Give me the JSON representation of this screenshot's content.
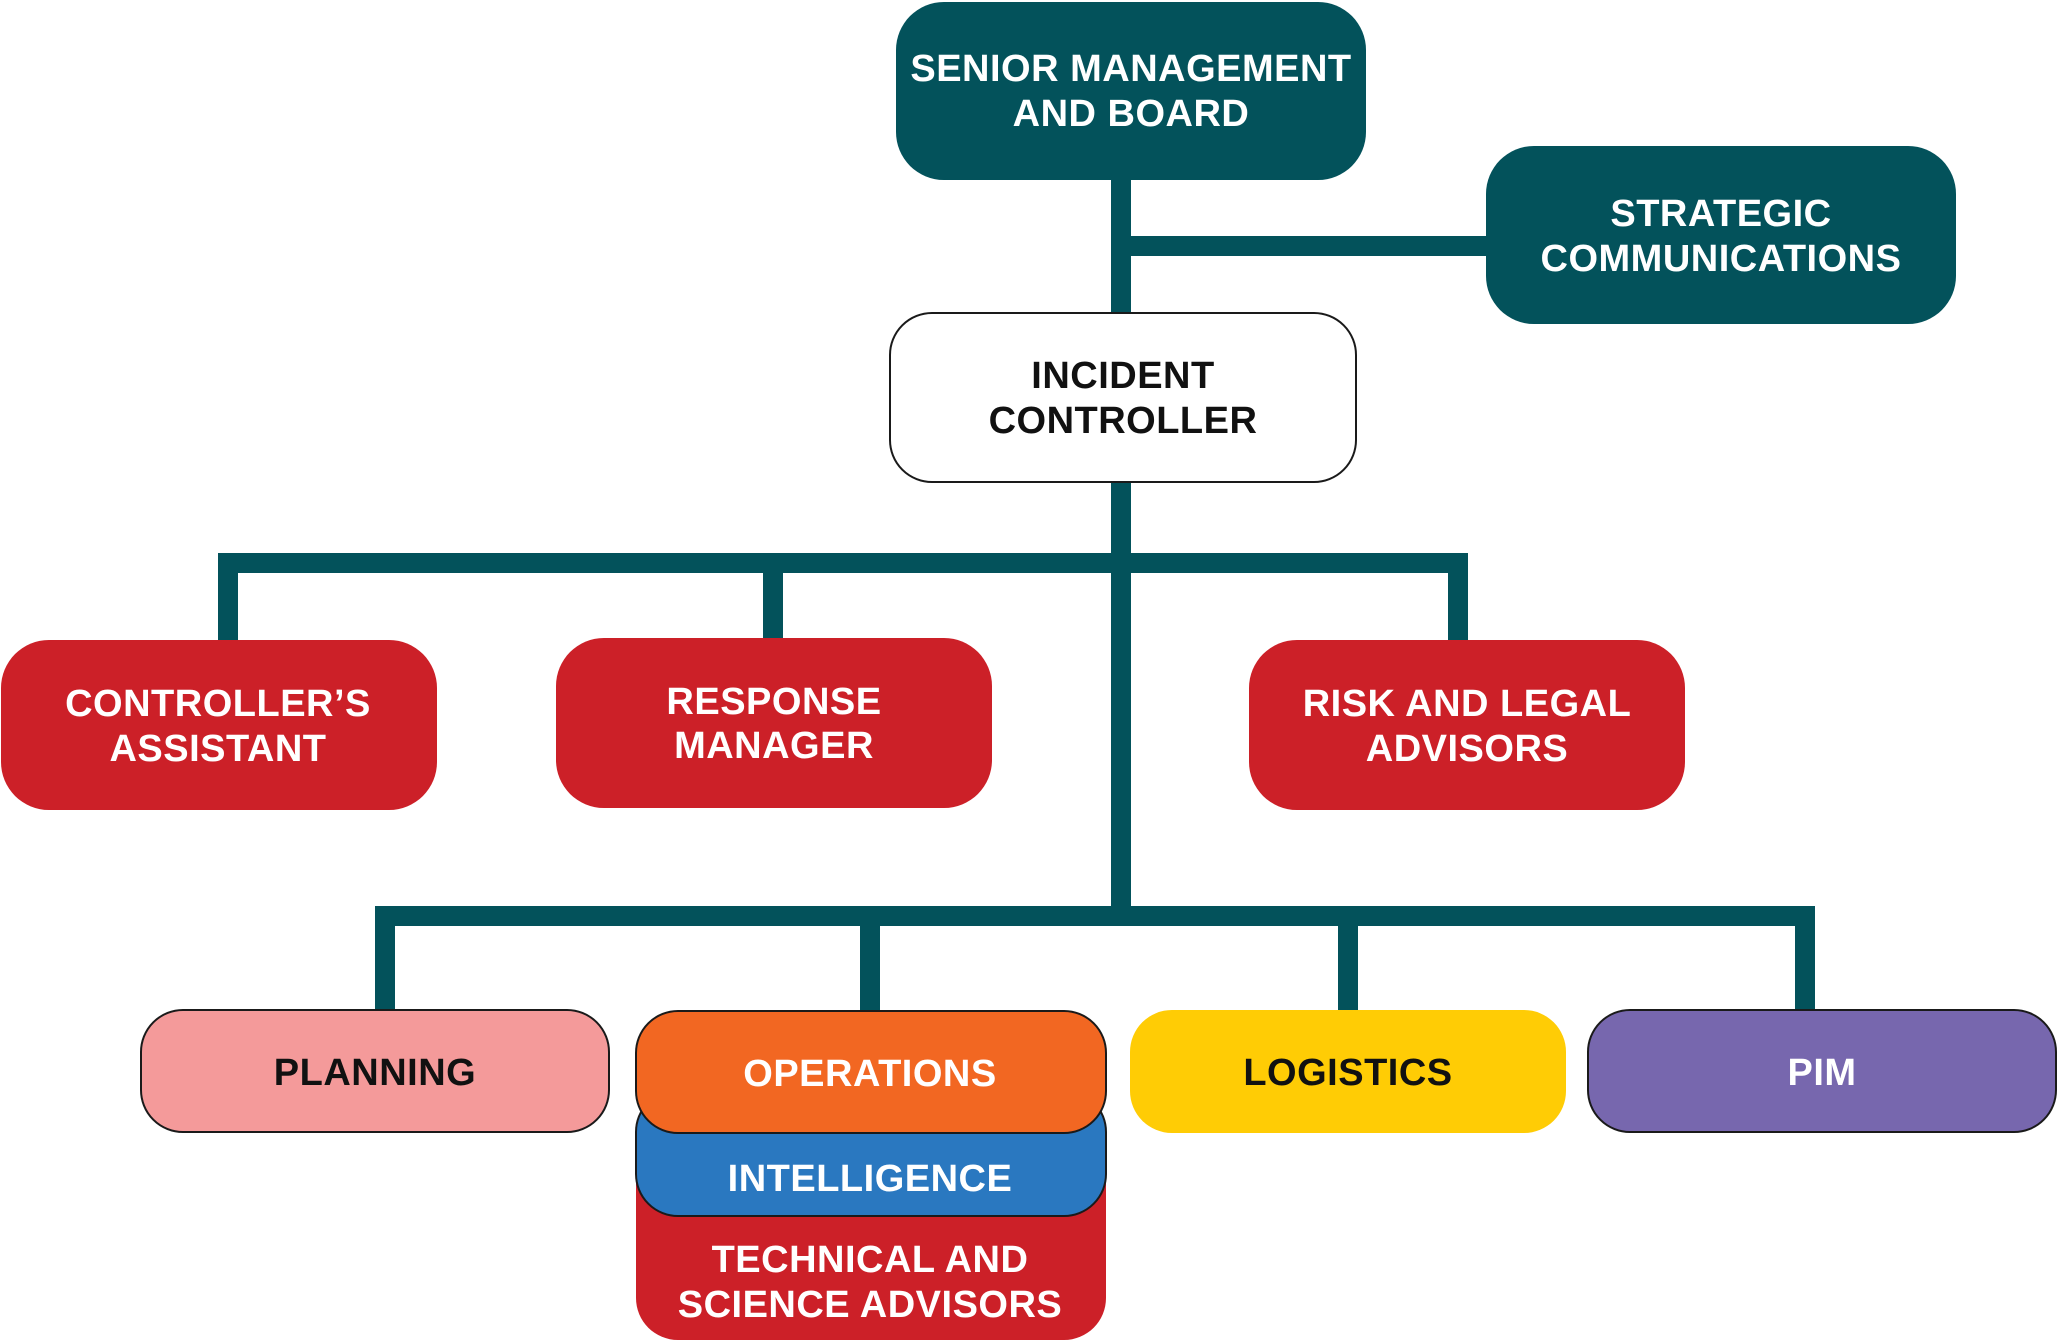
{
  "colors": {
    "connector": "#03525b",
    "leadership": "#03525b",
    "controller": "#ffffff",
    "core_staff": "#cc2028",
    "planning": "#f49a9a",
    "operations": "#f26722",
    "intelligence": "#2a78c0",
    "technical": "#cc2028",
    "logistics": "#ffcc05",
    "pim": "#7767ae"
  },
  "nodes": {
    "senior": {
      "line1": "SENIOR MANAGEMENT",
      "line2": "AND BOARD"
    },
    "strategic": {
      "line1": "STRATEGIC",
      "line2": "COMMUNICATIONS"
    },
    "controller": {
      "line1": "INCIDENT",
      "line2": "CONTROLLER"
    },
    "assistant": {
      "line1": "CONTROLLER’S",
      "line2": "ASSISTANT"
    },
    "response": {
      "line1": "RESPONSE",
      "line2": "MANAGER"
    },
    "risk": {
      "line1": "RISK AND LEGAL",
      "line2": "ADVISORS"
    },
    "planning": {
      "label": "PLANNING"
    },
    "operations": {
      "label": "OPERATIONS"
    },
    "intelligence": {
      "label": "INTELLIGENCE"
    },
    "technical": {
      "line1": "TECHNICAL AND",
      "line2": "SCIENCE ADVISORS"
    },
    "logistics": {
      "label": "LOGISTICS"
    },
    "pim": {
      "label": "PIM"
    }
  }
}
